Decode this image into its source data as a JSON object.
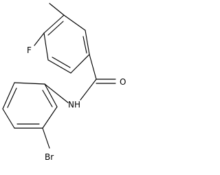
{
  "structure": {
    "atoms": {
      "fluorine": "F",
      "oxygen": "O",
      "nitrogen": "NH",
      "bromine": "Br"
    },
    "line_color": "#000000",
    "background_color": "#ffffff"
  }
}
